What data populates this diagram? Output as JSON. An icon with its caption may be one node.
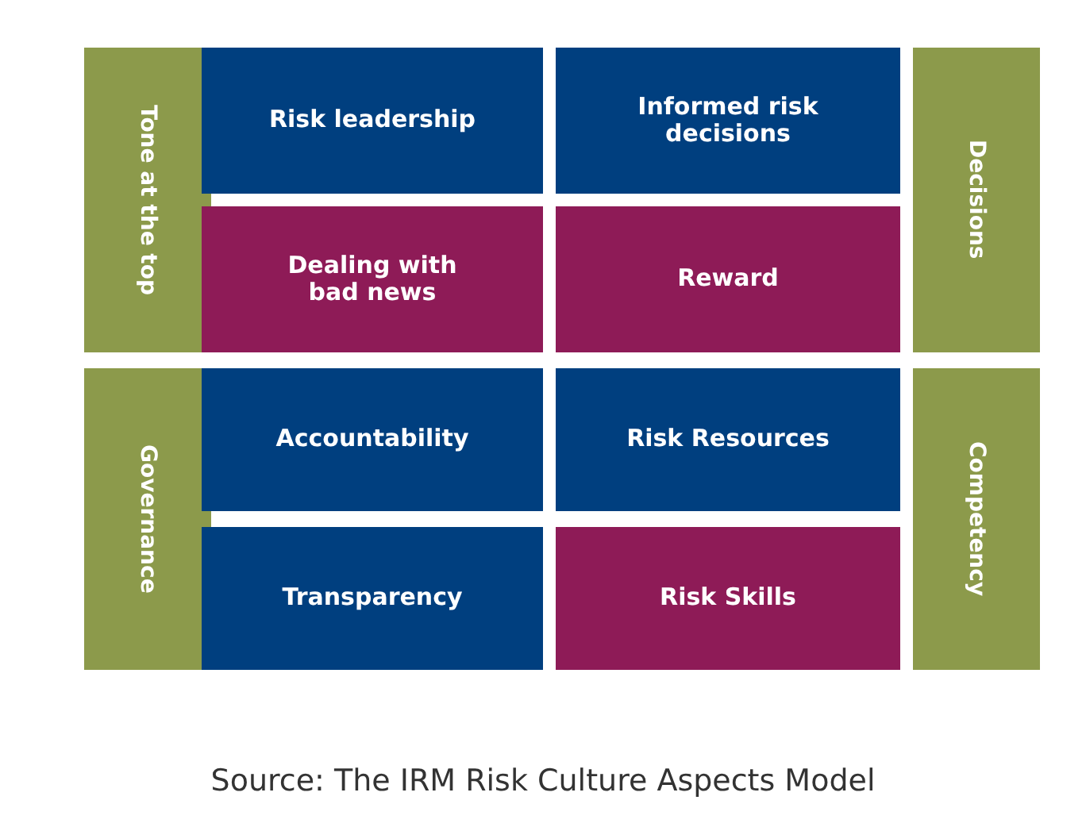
{
  "diagram": {
    "caption": "Source: The IRM Risk Culture Aspects Model",
    "nodes": [
      {
        "text": [
          "Tone at the top"
        ]
      },
      {
        "text": [
          "Risk leadership"
        ]
      },
      {
        "text": [
          "Informed risk decisions"
        ]
      },
      {
        "text": [
          "Decisions"
        ]
      },
      {
        "text": [
          "Dealing with bad news"
        ]
      },
      {
        "text": [
          "Reward"
        ]
      },
      {
        "text": [
          "Governance"
        ]
      },
      {
        "text": [
          "Accountability"
        ]
      },
      {
        "text": [
          "Risk Resources"
        ]
      },
      {
        "text": [
          "Competency"
        ]
      },
      {
        "text": [
          "Transparency"
        ]
      },
      {
        "text": [
          "Risk Skills"
        ]
      }
    ]
  }
}
